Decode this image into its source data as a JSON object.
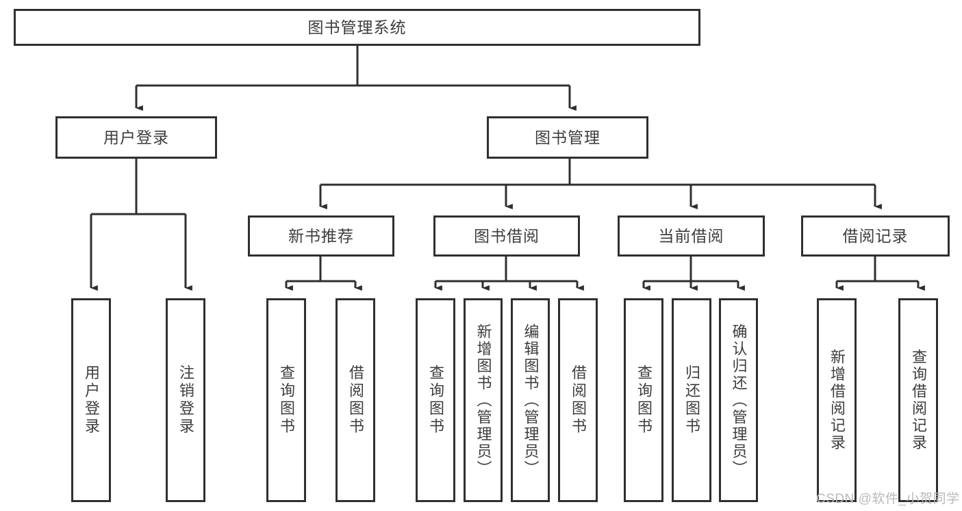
{
  "diagram": {
    "type": "hierarchy-tree",
    "title": "图书管理系统",
    "levels": 4,
    "root": {
      "id": "root",
      "label": "图书管理系统"
    },
    "level2": [
      {
        "id": "user-login",
        "label": "用户登录"
      },
      {
        "id": "book-manage",
        "label": "图书管理"
      }
    ],
    "level3": [
      {
        "id": "new-book-rec",
        "label": "新书推荐",
        "parent": "book-manage"
      },
      {
        "id": "book-borrow",
        "label": "图书借阅",
        "parent": "book-manage"
      },
      {
        "id": "current-borrow",
        "label": "当前借阅",
        "parent": "book-manage"
      },
      {
        "id": "borrow-record",
        "label": "借阅记录",
        "parent": "book-manage"
      }
    ],
    "leaves": [
      {
        "id": "leaf-user-login",
        "label": "用户登录",
        "parent": "user-login"
      },
      {
        "id": "leaf-logout-login",
        "label": "注销登录",
        "parent": "user-login"
      },
      {
        "id": "leaf-query-book-1",
        "label": "查询图书",
        "parent": "new-book-rec"
      },
      {
        "id": "leaf-borrow-book-1",
        "label": "借阅图书",
        "parent": "new-book-rec"
      },
      {
        "id": "leaf-query-book-2",
        "label": "查询图书",
        "parent": "book-borrow"
      },
      {
        "id": "leaf-add-book",
        "label": "新增图书（管理员）",
        "parent": "book-borrow"
      },
      {
        "id": "leaf-edit-book",
        "label": "编辑图书（管理员）",
        "parent": "book-borrow"
      },
      {
        "id": "leaf-borrow-book-2",
        "label": "借阅图书",
        "parent": "book-borrow"
      },
      {
        "id": "leaf-query-book-3",
        "label": "查询图书",
        "parent": "current-borrow"
      },
      {
        "id": "leaf-return-book",
        "label": "归还图书",
        "parent": "current-borrow"
      },
      {
        "id": "leaf-confirm-return",
        "label": "确认归还（管理员）",
        "parent": "current-borrow"
      },
      {
        "id": "leaf-add-record",
        "label": "新增借阅记录",
        "parent": "borrow-record"
      },
      {
        "id": "leaf-query-record",
        "label": "查询借阅记录",
        "parent": "borrow-record"
      }
    ],
    "colors": {
      "stroke": "#2f2f2f",
      "text": "#3d3d3d",
      "background": "#ffffff",
      "watermark": "#b9b9b9"
    }
  },
  "watermark": {
    "text": "CSDN @软件_小贺同学"
  }
}
